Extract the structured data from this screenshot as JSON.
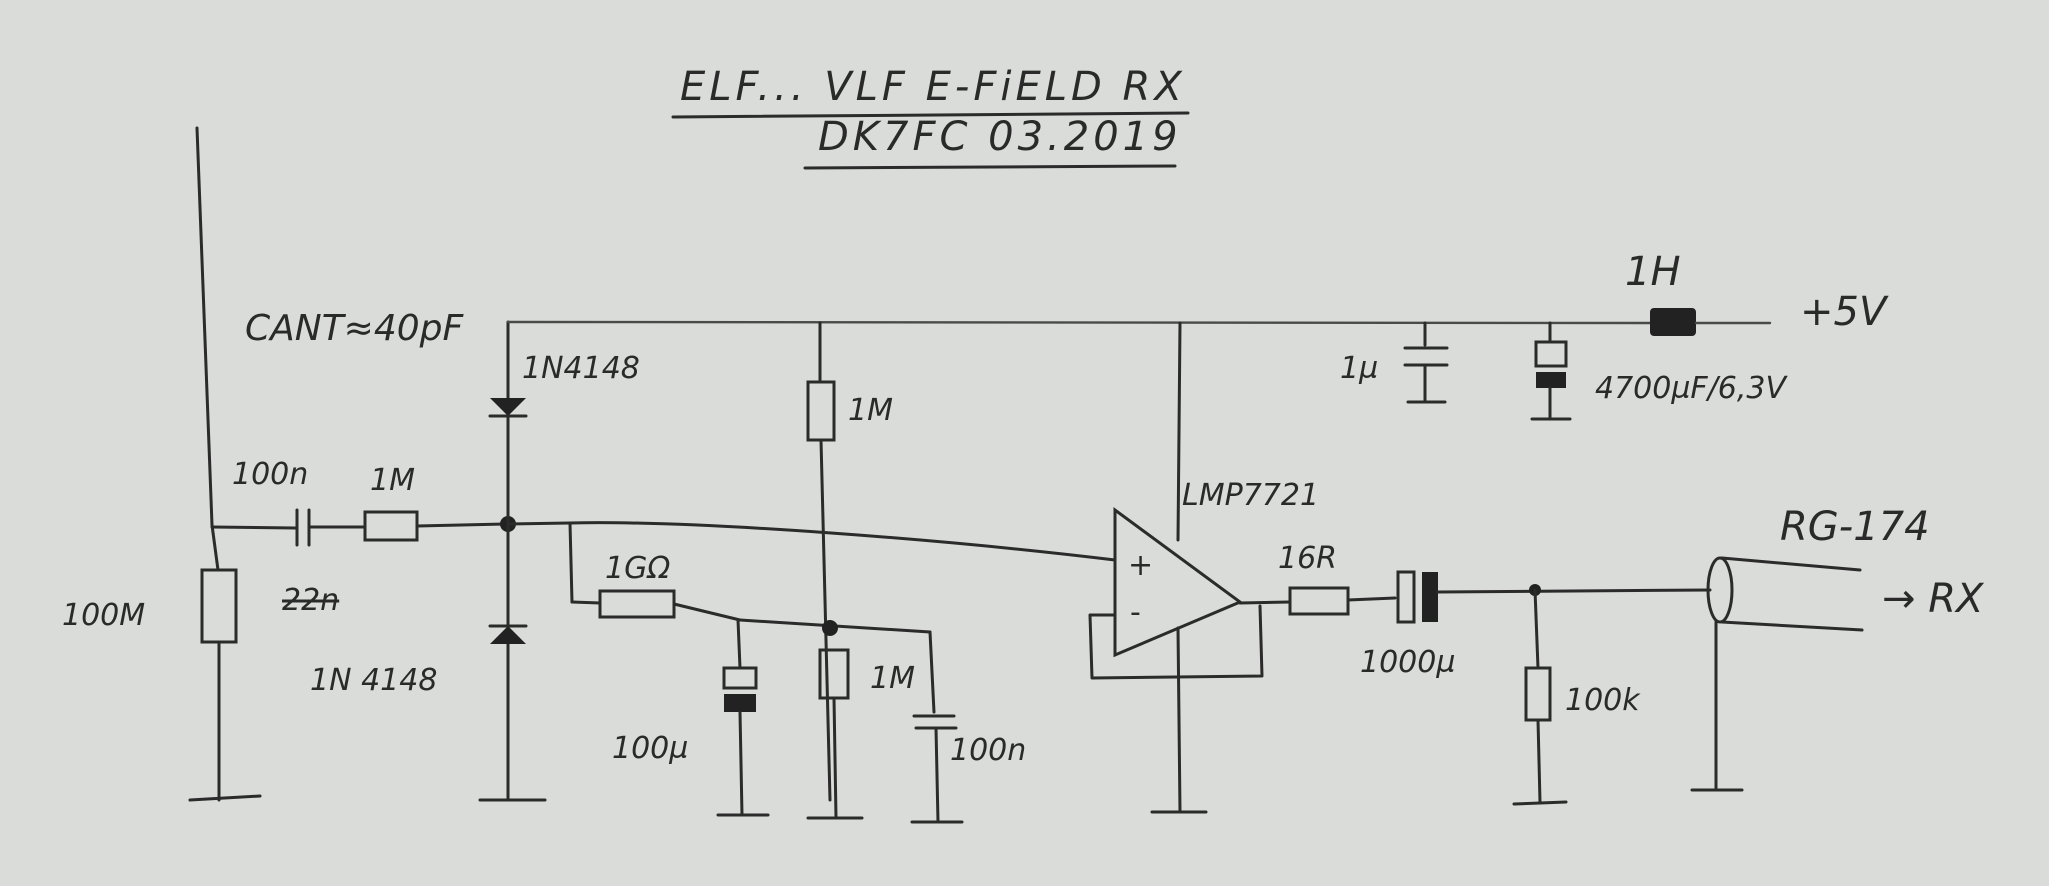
{
  "title": {
    "line1": "ELF... VLF   E-FiELD RX",
    "line2": "DK7FC   03.2019"
  },
  "labels": {
    "cant": "CANT≈40pF",
    "cap_series": "100n",
    "res_series": "1M",
    "res_ground": "100M",
    "struck": "22n",
    "diode_top": "1N4148",
    "diode_bottom": "1N 4148",
    "res_bias_top": "1M",
    "res_bias_bottom": "1M",
    "res_1g": "1GΩ",
    "cap_100u": "100µ",
    "cap_100n": "100n",
    "opamp": "LMP7721",
    "res_out": "16R",
    "cap_out": "1000µ",
    "res_load": "100k",
    "coax": "RG-174",
    "rx": "→ RX",
    "cap_1u": "1µ",
    "cap_4700": "4700µF/6,3V",
    "inductor": "1H",
    "supply": "+5V",
    "plus": "+",
    "minus": "-"
  },
  "colors": {
    "paper": "#d9dcd8",
    "ink": "#2b2b2b"
  }
}
